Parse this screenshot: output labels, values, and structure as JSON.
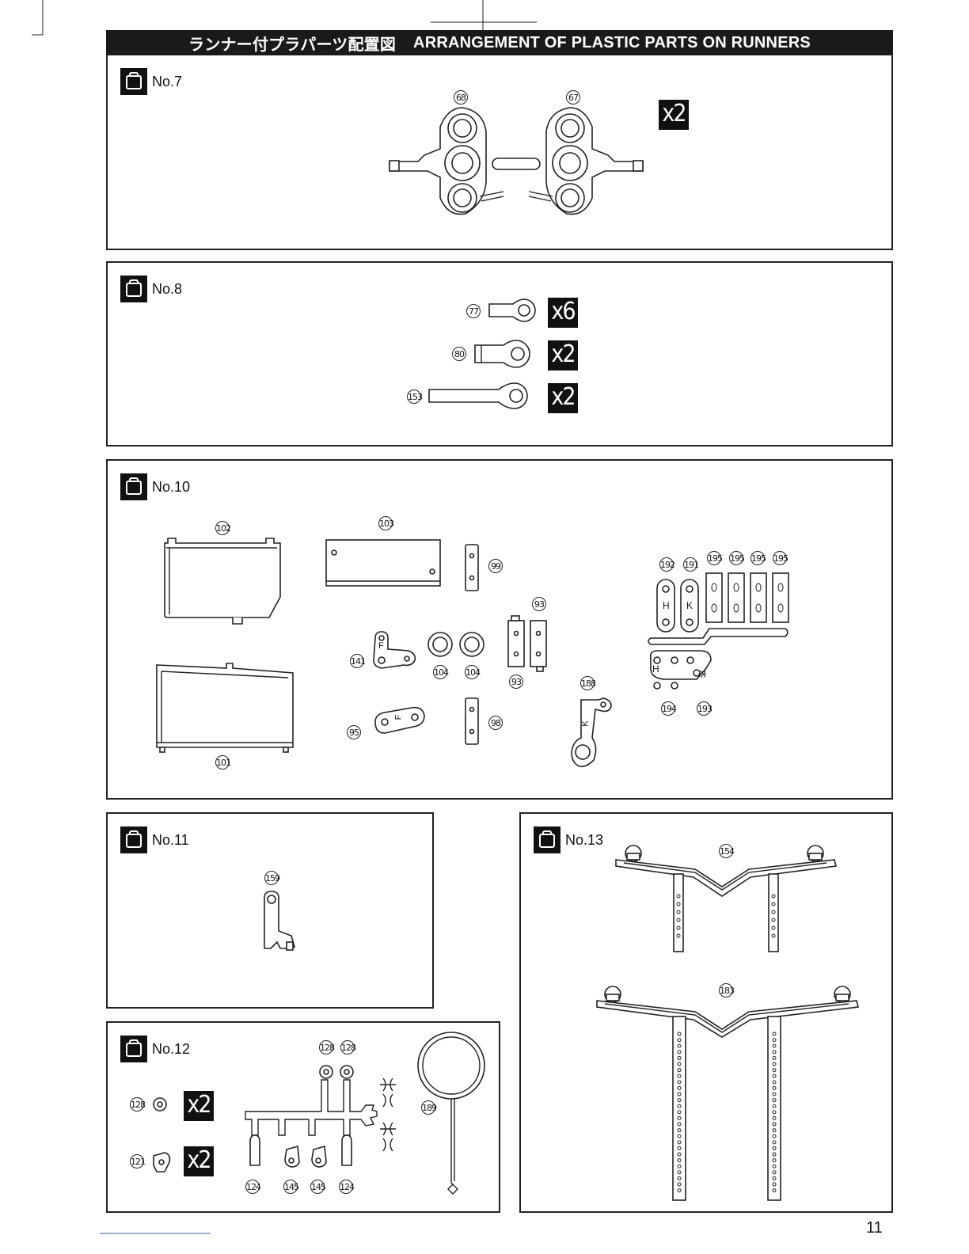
{
  "header": {
    "title_jp": "ランナー付プラパーツ配置図",
    "title_en": "ARRANGEMENT OF PLASTIC PARTS ON RUNNERS"
  },
  "bags": {
    "no7": {
      "label": "No.7",
      "parts": [
        "68",
        "67"
      ],
      "qty": [
        "x2"
      ]
    },
    "no8": {
      "label": "No.8",
      "parts": [
        "77",
        "80",
        "153"
      ],
      "qty": [
        "x6",
        "x2",
        "x2"
      ]
    },
    "no10": {
      "label": "No.10",
      "parts": [
        "102",
        "103",
        "99",
        "192",
        "191",
        "195",
        "195",
        "195",
        "195",
        "93",
        "141",
        "104",
        "104",
        "93",
        "188",
        "194",
        "193",
        "95",
        "98",
        "101"
      ],
      "markings": [
        "H",
        "K",
        "H",
        "K",
        "F",
        "F",
        "K"
      ]
    },
    "no11": {
      "label": "No.11",
      "parts": [
        "159"
      ]
    },
    "no12": {
      "label": "No.12",
      "parts": [
        "128",
        "128",
        "128",
        "121",
        "189",
        "124",
        "145",
        "145",
        "124"
      ],
      "qty": [
        "x2",
        "x2"
      ]
    },
    "no13": {
      "label": "No.13",
      "parts": [
        "154",
        "183"
      ]
    }
  },
  "page_number": "11"
}
